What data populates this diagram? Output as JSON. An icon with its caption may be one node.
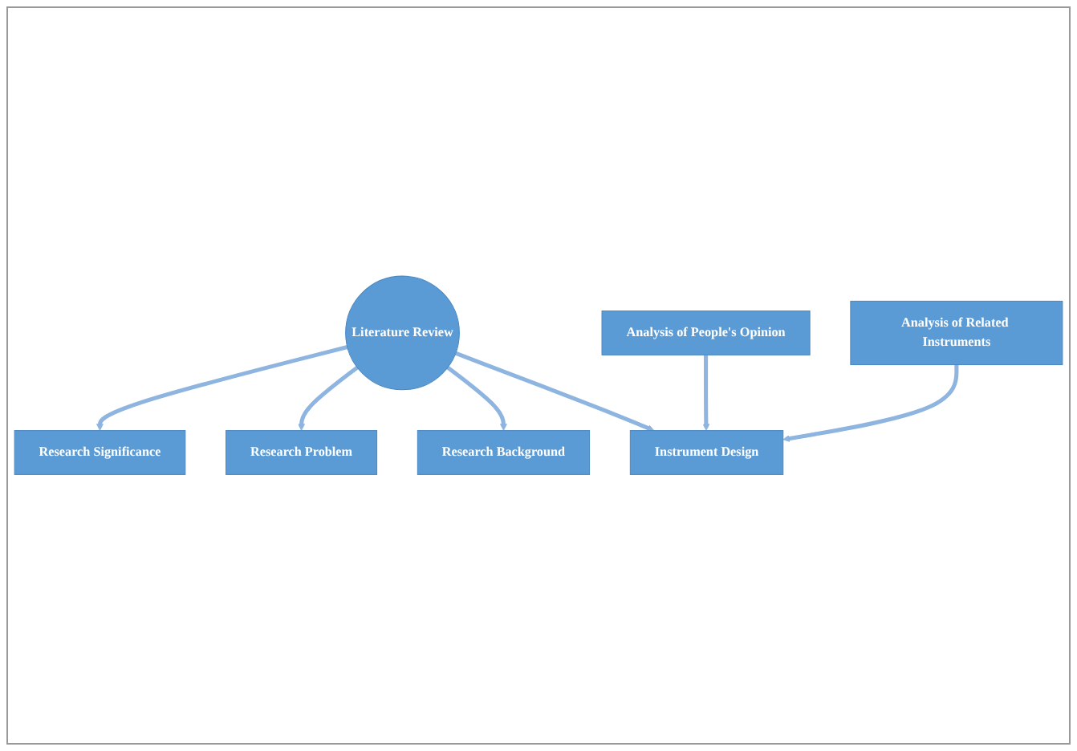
{
  "diagram": {
    "nodes": [
      {
        "text": [
          "Research Significance"
        ]
      },
      {
        "text": [
          "Research Problem"
        ]
      },
      {
        "text": [
          "Research Background"
        ]
      },
      {
        "text": [
          "Literature Review"
        ]
      },
      {
        "text": [
          "Analysis of People's Opinion"
        ]
      },
      {
        "text": [
          "Instrument Design"
        ]
      },
      {
        "text": [
          "Analysis of Related Instruments"
        ]
      }
    ],
    "edges": [
      {
        "from": 3,
        "to": 0,
        "arrow": "to"
      },
      {
        "from": 3,
        "to": 1,
        "arrow": "to"
      },
      {
        "from": 3,
        "to": 2,
        "arrow": "to"
      },
      {
        "from": 3,
        "to": 5,
        "arrow": "to"
      },
      {
        "from": 4,
        "to": 5,
        "arrow": "to"
      },
      {
        "from": 6,
        "to": 5,
        "arrow": "to"
      }
    ]
  }
}
